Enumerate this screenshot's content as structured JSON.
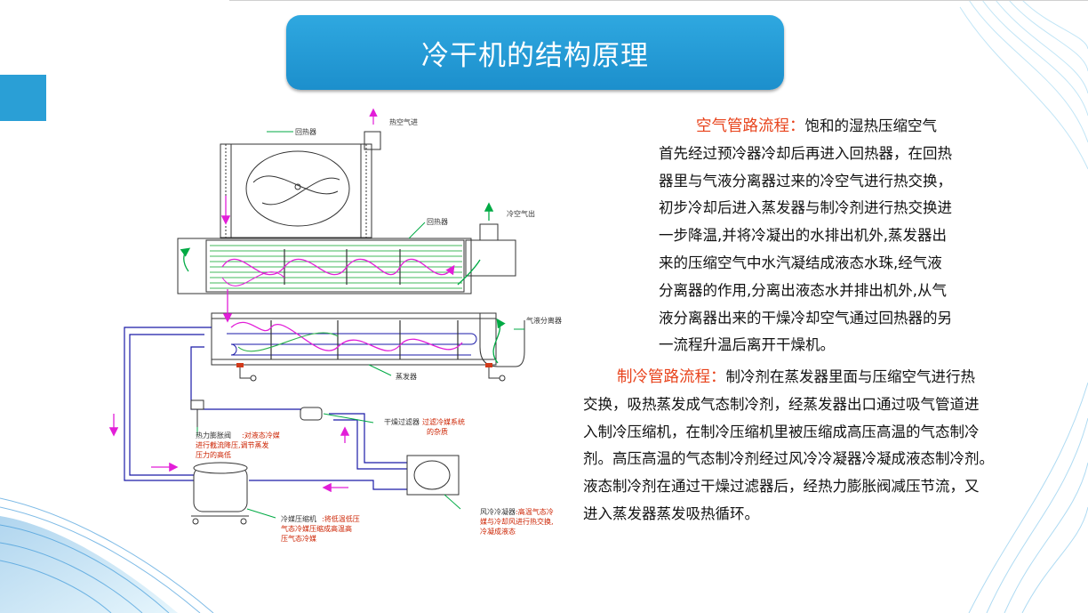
{
  "slide": {
    "title": "冷干机的结构原理",
    "colors": {
      "accent": "#2a9fd6",
      "heading": "#e8431c",
      "air_flow": "#e21ed8",
      "refrigerant_pipe": "#1a1aa8",
      "leader": "#00aa44",
      "label_red": "#cc2200"
    }
  },
  "air_flow": {
    "heading": "空气管路流程：",
    "lines": [
      "饱和的湿热压缩空气",
      "首先经过预冷器冷却后再进入回热器，在回热",
      "器里与气液分离器过来的冷空气进行热交换，",
      "初步冷却后进入蒸发器与制冷剂进行热交换进",
      "一步降温,并将冷凝出的水排出机外,蒸发器出",
      "来的压缩空气中水汽凝结成液态水珠,经气液",
      "分离器的作用,分离出液态水并排出机外,从气",
      "液分离器出来的干燥冷却空气通过回热器的另",
      "一流程升温后离开干燥机。"
    ]
  },
  "refrigerant_flow": {
    "heading": "制冷管路流程：",
    "lines": [
      "制冷剂在蒸发器里面与压缩空气进行热",
      "交换，吸热蒸发成气态制冷剂，经蒸发器出口通过吸气管道进",
      "入制冷压缩机，在制冷压缩机里被压缩成高压高温的气态制冷",
      "剂。高压高温的气态制冷剂经过风冷冷凝器冷凝成液态制冷剂。",
      "液态制冷剂在通过干燥过滤器后，经热力膨胀阀减压节流，又",
      "进入蒸发器蒸发吸热循环。"
    ]
  },
  "diagram": {
    "labels": {
      "hot_air_in": "热空气进",
      "precooler": "回热器",
      "reheater": "回热器",
      "cold_air_out": "冷空气出",
      "separator": "气液分离器",
      "evaporator": "蒸发器",
      "filter_drier": "干燥过滤器",
      "filter_drier_desc": "过滤冷媒系统",
      "filter_drier_desc2": "的杂质",
      "expansion_valve": "热力膨胀阀",
      "expansion_valve_desc": ":对液态冷媒",
      "expansion_valve_desc2": "进行截流降压,调节蒸发",
      "expansion_valve_desc3": "压力的高低",
      "compressor": "冷媒压缩机",
      "compressor_desc": ":将低温低压",
      "compressor_desc2": "气态冷媒压缩成高温高",
      "compressor_desc3": "压气态冷媒",
      "condenser": "风冷冷凝器",
      "condenser_desc": ":高温气态冷",
      "condenser_desc2": "媒与冷却风进行热交换,",
      "condenser_desc3": "冷凝成液态"
    }
  }
}
